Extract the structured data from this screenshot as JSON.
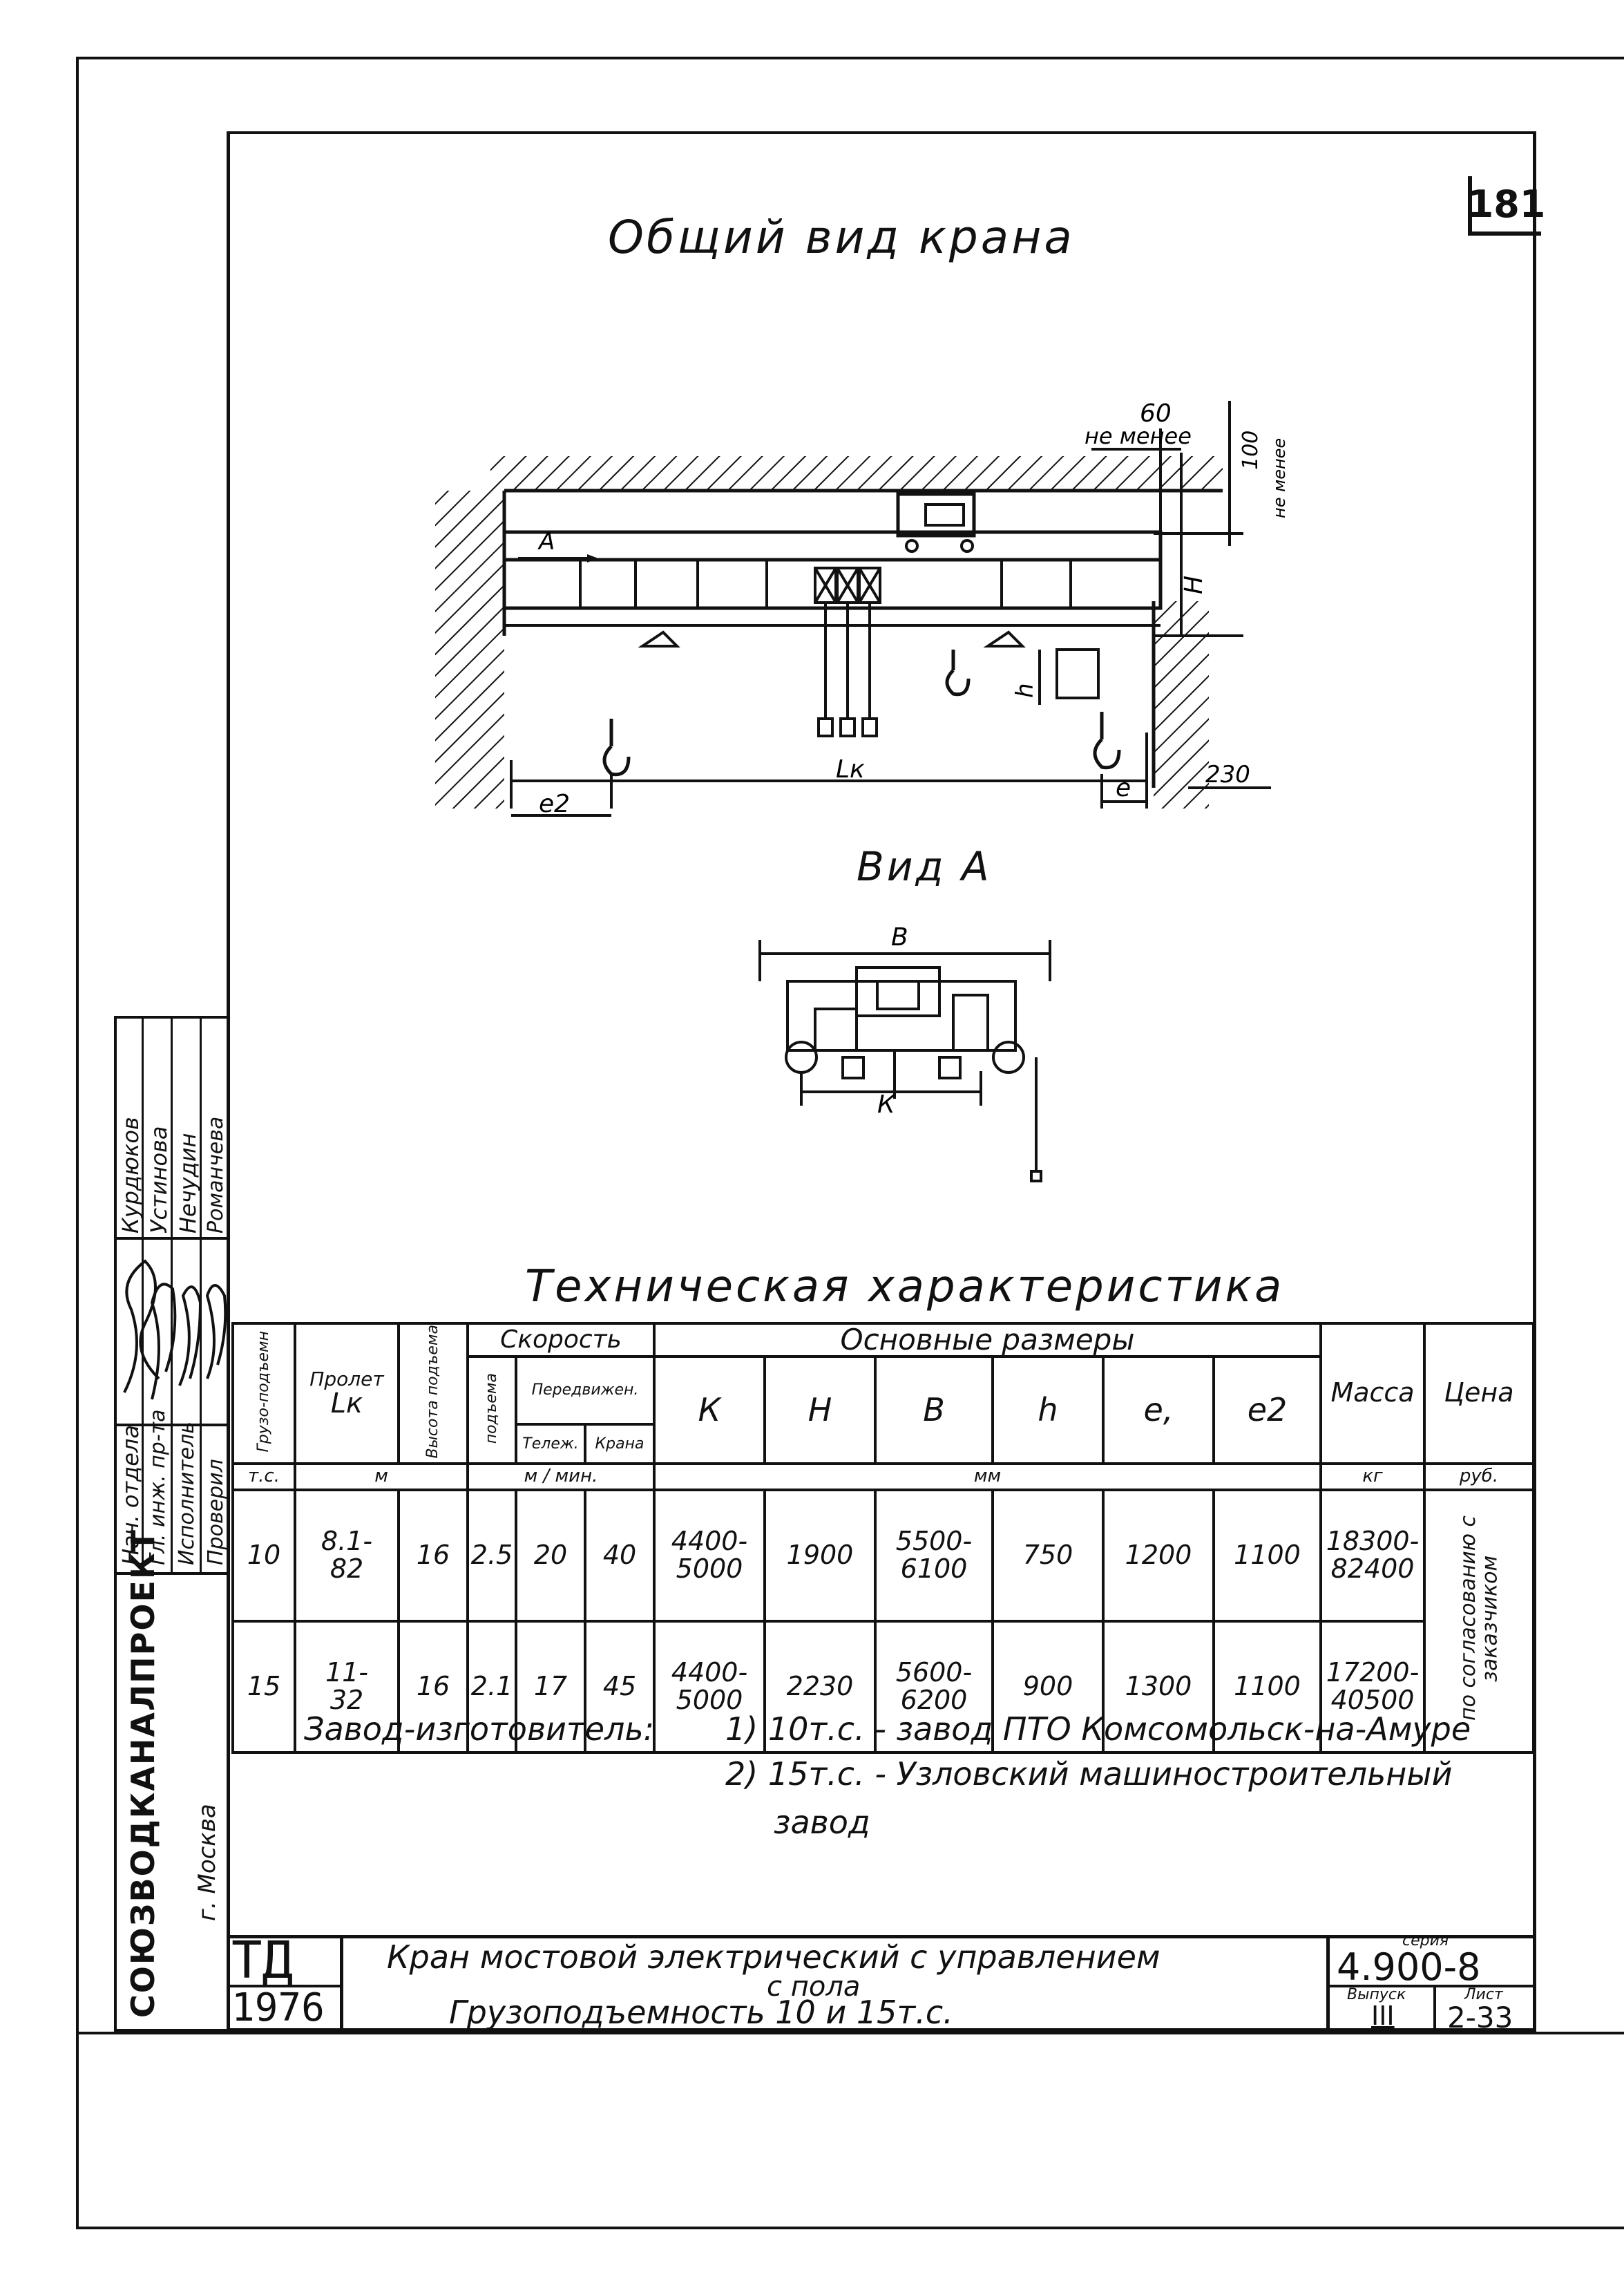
{
  "sheet": {
    "page_number": "181"
  },
  "drawing": {
    "title": "Общий вид крана",
    "view_a_title": "Вид А",
    "dims": {
      "d60": "60",
      "ne_menee": "не менее",
      "d100": "100",
      "ne_menee_v": "не менее",
      "H": "H",
      "h": "h",
      "Lk": "Lк",
      "e1": "e",
      "e2": "e2",
      "d230": "230",
      "A": "А",
      "B": "В",
      "K": "К"
    }
  },
  "tech": {
    "title": "Техническая характеристика",
    "headers": {
      "gruzopodem": "Грузо-подъемн",
      "prolet": "Пролет",
      "prolet_sym": "Lк",
      "vysota": "Высота подъема",
      "skorost": "Скорость",
      "podema": "подъема",
      "peredvizh": "Передвижен.",
      "telezh": "Тележ.",
      "krana": "Крана",
      "osnovnye": "Основные размеры",
      "K": "К",
      "H": "Н",
      "B": "В",
      "h": "h",
      "e1": "e,",
      "e2": "e2",
      "massa": "Масса",
      "tsena": "Цена"
    },
    "units": {
      "ts": "т.с.",
      "m": "м",
      "m_min": "м / мин.",
      "mm": "мм",
      "kg": "кг",
      "rub": "руб."
    },
    "rows": [
      {
        "q": "10",
        "span": "8.1-\n82",
        "hgt": "16",
        "v_lift": "2.5",
        "v_trolley": "20",
        "v_crane": "40",
        "K": "4400-\n5000",
        "H": "1900",
        "B": "5500-\n6100",
        "h": "750",
        "e1": "1200",
        "e2": "1100",
        "mass": "18300-\n82400"
      },
      {
        "q": "15",
        "span": "11-\n32",
        "hgt": "16",
        "v_lift": "2.1",
        "v_trolley": "17",
        "v_crane": "45",
        "K": "4400-\n5000",
        "H": "2230",
        "B": "5600-\n6200",
        "h": "900",
        "e1": "1300",
        "e2": "1100",
        "mass": "17200-\n40500"
      }
    ],
    "price_note": "по согласованию с заказчиком"
  },
  "manufacturer": {
    "label": "Завод-изготовитель:",
    "items": [
      "1) 10т.с. - завод ПТО Комсомольск-на-Амуре",
      "2) 15т.с. - Узловский машиностроительный",
      "завод"
    ]
  },
  "stamp": {
    "org": "СОЮЗВОДКАНАЛПРОЕКТ",
    "city": "г. Москва",
    "roles": [
      "Нач. отдела",
      "Гл. инж. пр-та",
      "Исполнитель",
      "Проверил"
    ],
    "names": [
      "Курдюков",
      "Устинова",
      "Нечудин",
      "Романчева"
    ]
  },
  "titleblock": {
    "td": "ТД",
    "year": "1976",
    "name_line1": "Кран мостовой электрический с управлением",
    "name_line2": "с пола",
    "name_line3": "Грузоподъемность 10 и 15т.с.",
    "series_label": "серия",
    "series": "4.900-8",
    "issue_label": "Выпуск",
    "issue": "III",
    "sheet_label": "Лист",
    "sheet": "2-33"
  }
}
